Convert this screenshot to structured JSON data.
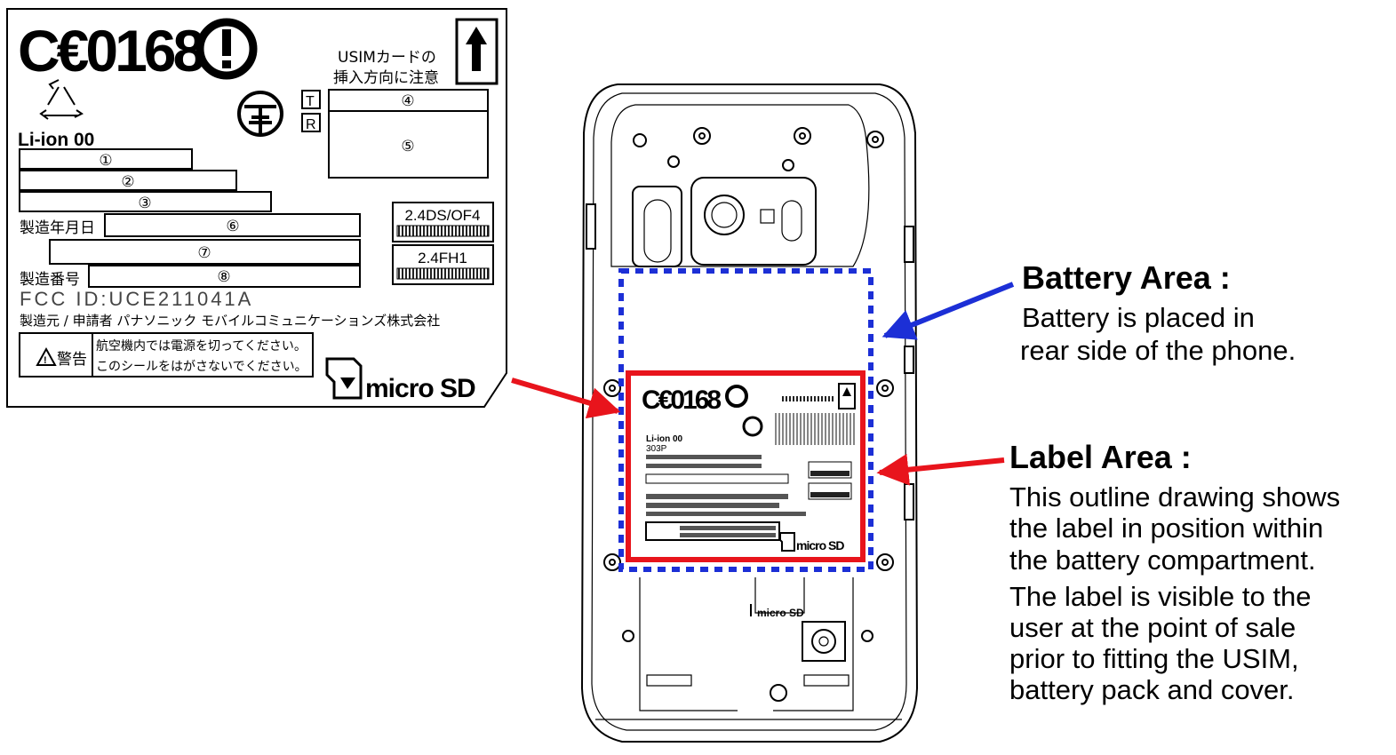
{
  "label": {
    "ce_mark": "C€0168",
    "usim_line1": "USIMカードの",
    "usim_line2": "挿入方向に注意",
    "battery_type": "Li-ion 00",
    "fields": [
      "①",
      "②",
      "③",
      "④",
      "⑤",
      "⑥",
      "⑦",
      "⑧"
    ],
    "manufacture_date_label": "製造年月日",
    "serial_label": "製造番号",
    "fcc_id": "FCC ID:UCE211041A",
    "maker_line": "製造元 / 申請者 パナソニック モバイルコミュニケーションズ株式会社",
    "warning_word": "警告",
    "warning_line1": "航空機内では電源を切ってください。",
    "warning_line2": "このシールをはがさないでください。",
    "wifi_code1": "2.4DS/OF4",
    "wifi_code2": "2.4FH1",
    "microsd": "micro SD"
  },
  "phone": {
    "inner_label_ce": "C€0168",
    "inner_label_model": "303P",
    "inner_label_battery": "Li-ion 00",
    "inner_label_microsd": "micro SD",
    "slot_microsd": "micro SD"
  },
  "annotations": {
    "battery_title": "Battery Area :",
    "battery_lines": [
      "Battery is placed in",
      "rear side of the phone."
    ],
    "label_title": "Label Area :",
    "label_lines_1": [
      "This outline drawing shows",
      "the label in position within",
      "the battery compartment."
    ],
    "label_lines_2": [
      "The label is visible to the",
      "user at the point of sale",
      "prior to fitting the USIM,",
      "battery pack and cover."
    ]
  },
  "colors": {
    "battery_outline": "#1c2fd6",
    "label_outline": "#e8141c"
  }
}
